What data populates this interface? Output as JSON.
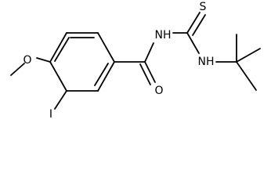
{
  "molecule": {
    "atoms": {
      "sulfur": "S",
      "amide_nitrogen": "NH",
      "thioamide_nitrogen": "NH",
      "carbonyl_oxygen": "O",
      "methoxy_oxygen": "O",
      "iodine": "I"
    }
  }
}
